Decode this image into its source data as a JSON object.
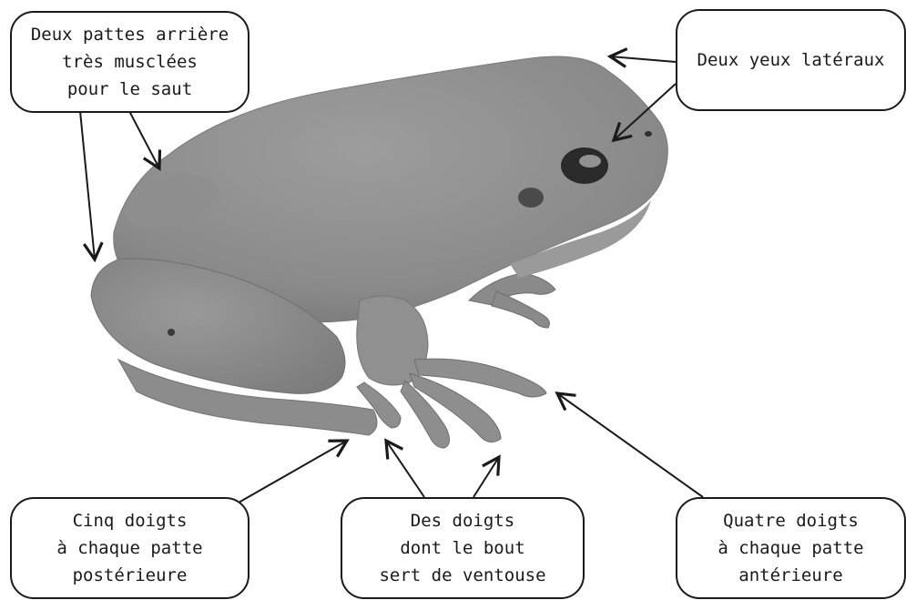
{
  "callouts": {
    "back_legs": {
      "lines": [
        "Deux pattes arrière",
        "très musclées",
        "pour le saut"
      ]
    },
    "eyes": {
      "lines": [
        "Deux yeux latéraux"
      ]
    },
    "hind_toes": {
      "lines": [
        "Cinq doigts",
        "à chaque patte",
        "postérieure"
      ]
    },
    "suction_toes": {
      "lines": [
        "Des doigts",
        "dont le bout",
        "sert de ventouse"
      ]
    },
    "front_toes": {
      "lines": [
        "Quatre doigts",
        "à chaque patte",
        "antérieure"
      ]
    }
  },
  "colors": {
    "frog_body": "#8c8c8c",
    "frog_light": "#9a9a9a",
    "frog_dark": "#6e6e6e",
    "ink": "#1a1a1a"
  }
}
